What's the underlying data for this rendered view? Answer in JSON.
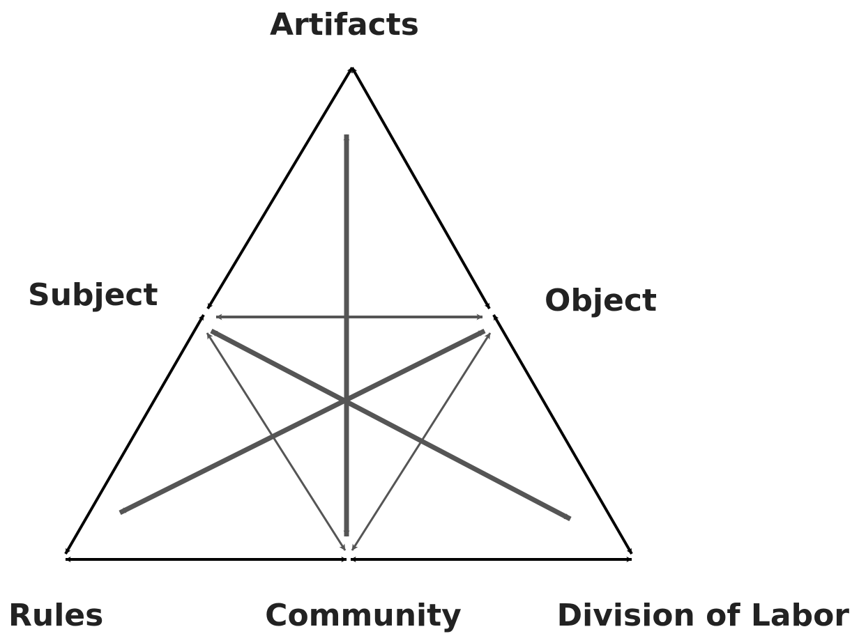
{
  "diagram": {
    "nodes": {
      "artifacts": "Artifacts",
      "subject": "Subject",
      "object": "Object",
      "rules": "Rules",
      "community": "Community",
      "division_of_labor": "Division of Labor"
    },
    "edges": [
      {
        "from": "artifacts",
        "to": "subject",
        "bidirectional": true
      },
      {
        "from": "artifacts",
        "to": "object",
        "bidirectional": true
      },
      {
        "from": "subject",
        "to": "rules",
        "bidirectional": true
      },
      {
        "from": "object",
        "to": "division_of_labor",
        "bidirectional": true
      },
      {
        "from": "rules",
        "to": "community",
        "bidirectional": true
      },
      {
        "from": "community",
        "to": "division_of_labor",
        "bidirectional": true
      },
      {
        "from": "subject",
        "to": "object",
        "bidirectional": true
      },
      {
        "from": "artifacts",
        "to": "community",
        "bidirectional": true
      },
      {
        "from": "subject",
        "to": "division_of_labor",
        "bidirectional": true
      },
      {
        "from": "object",
        "to": "rules",
        "bidirectional": true
      },
      {
        "from": "subject",
        "to": "community",
        "bidirectional": true
      },
      {
        "from": "object",
        "to": "community",
        "bidirectional": true
      }
    ],
    "colors": {
      "outer_edge": "#000000",
      "inner_edge": "#555555",
      "label": "#222222"
    }
  }
}
